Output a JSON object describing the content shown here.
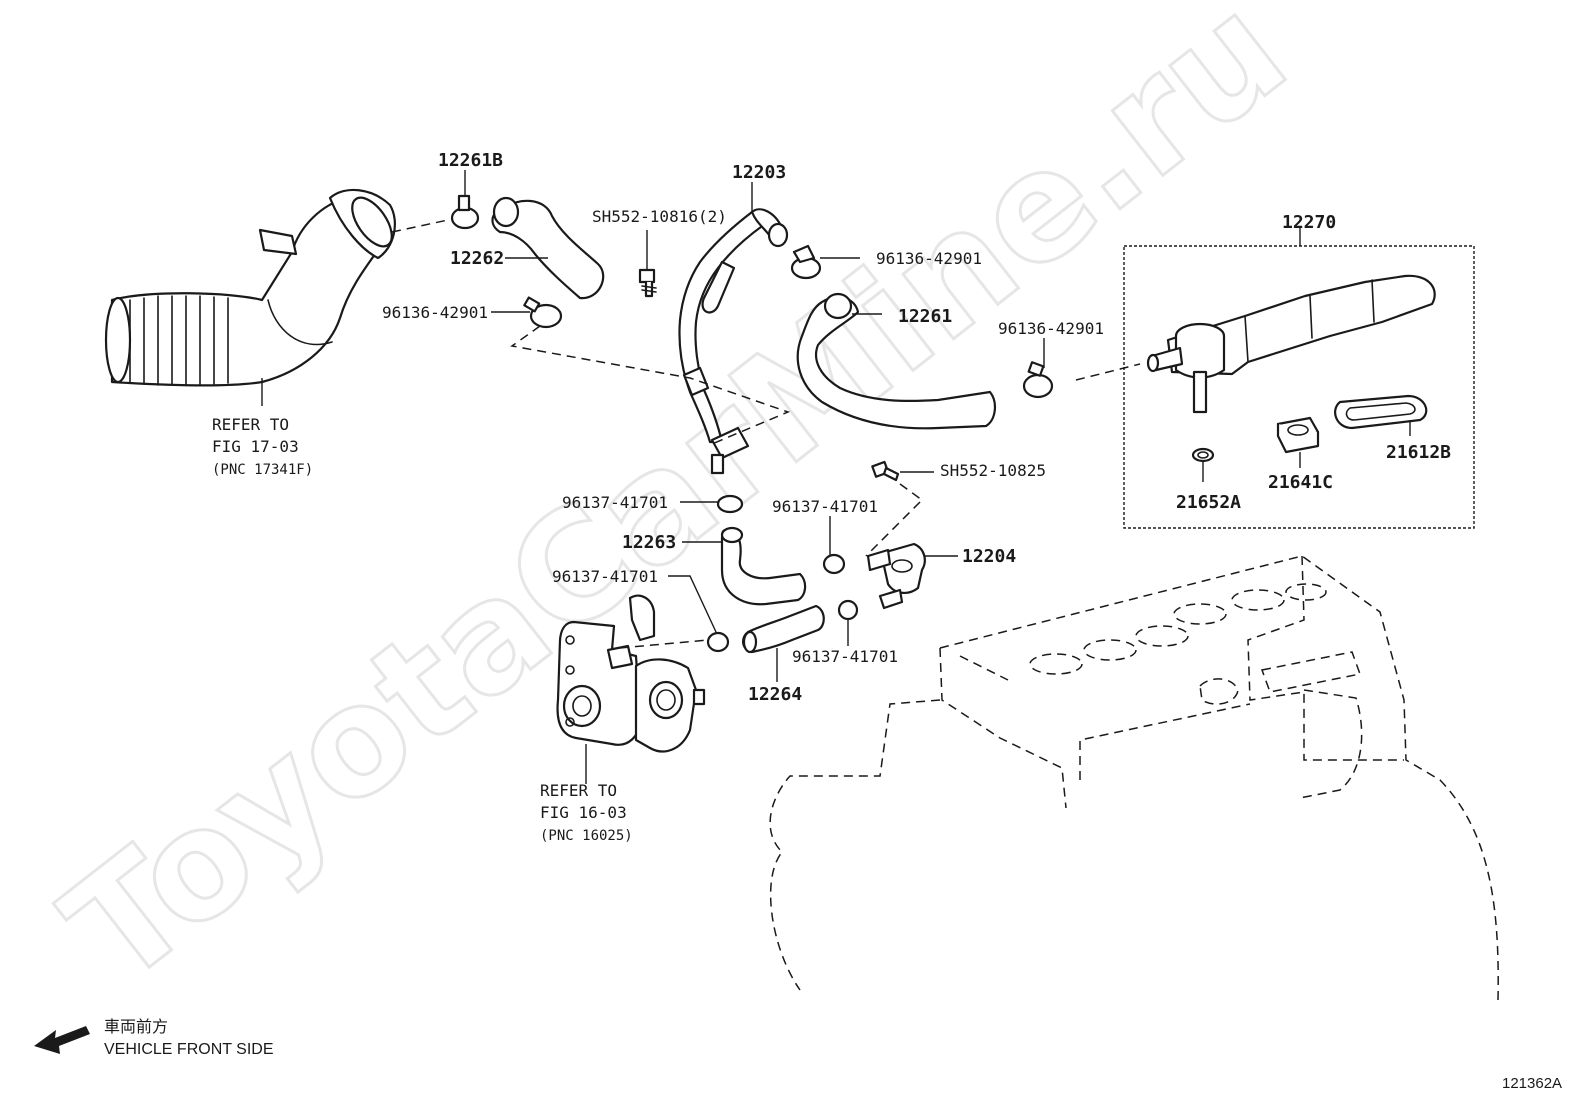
{
  "watermark": "ToyotaCarMine.ru",
  "labels": {
    "p12261b": "12261B",
    "p12262": "12262",
    "p96136_a": "96136-42901",
    "p12203": "12203",
    "sh552_10816": "SH552-10816(2)",
    "p96136_b": "96136-42901",
    "p12261": "12261",
    "p96136_c": "96136-42901",
    "p12270": "12270",
    "p21612b": "21612B",
    "p21641c": "21641C",
    "p21652a": "21652A",
    "sh552_10825": "SH552-10825",
    "p96137_a": "96137-41701",
    "p12263": "12263",
    "p96137_b": "96137-41701",
    "p12204": "12204",
    "p96137_c": "96137-41701",
    "p96137_d": "96137-41701",
    "p12264": "12264"
  },
  "refs": {
    "ref1": {
      "line1": "REFER TO",
      "line2": "FIG 17-03",
      "line3": "(PNC 17341F)"
    },
    "ref2": {
      "line1": "REFER TO",
      "line2": "FIG 16-03",
      "line3": "(PNC 16025)"
    }
  },
  "front": {
    "jp": "車両前方",
    "en": "VEHICLE FRONT SIDE"
  },
  "figure_id": "121362A"
}
